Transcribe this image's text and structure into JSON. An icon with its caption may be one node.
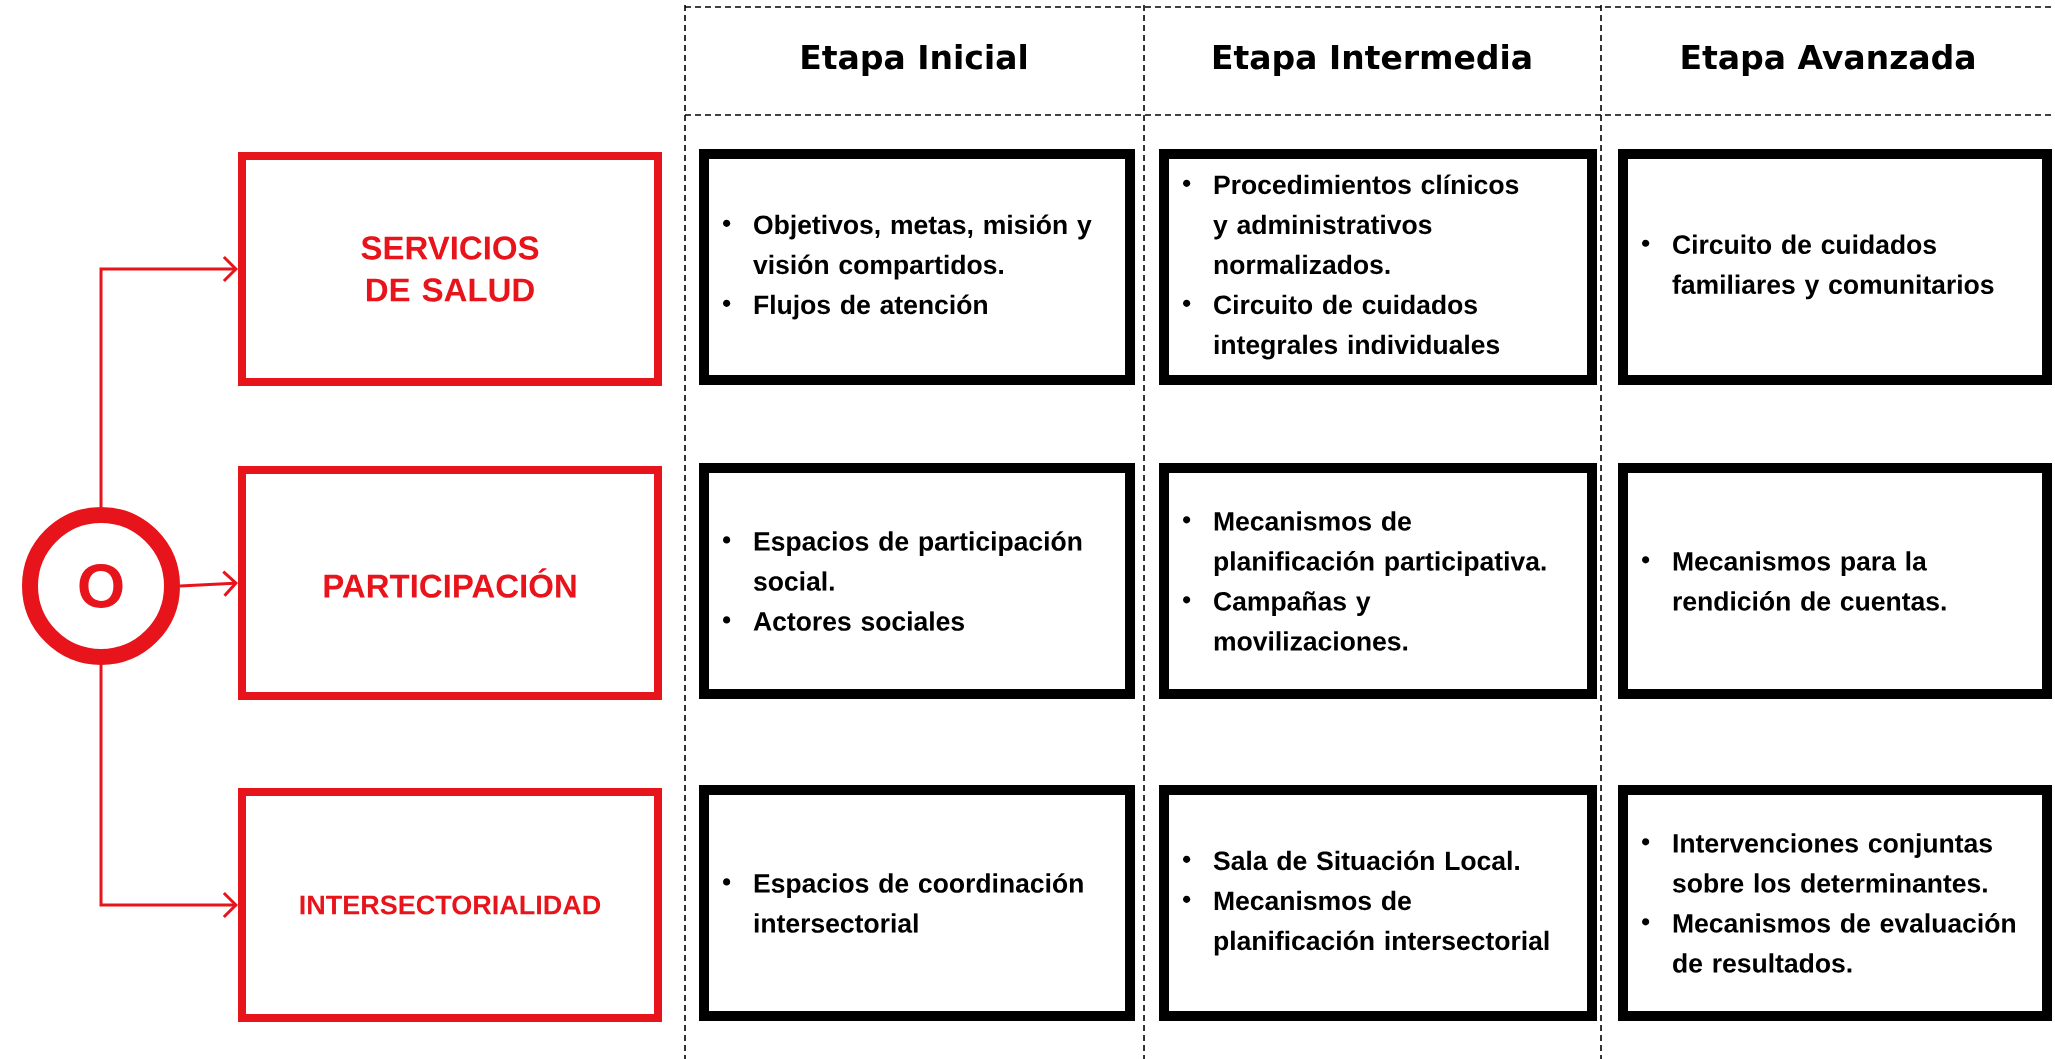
{
  "diagram": {
    "nodes": [
      {
        "text": [
          "O"
        ]
      },
      {
        "text": [
          "SERVICIOS DE SALUD"
        ]
      },
      {
        "text": [
          "Objetivos, metas,  misión y visión compartidos.",
          "Flujos de atención"
        ]
      },
      {
        "text": [
          "Procedimientos clínicos y administrativos normalizados.",
          "Circuito de cuidados integrales individuales"
        ]
      },
      {
        "text": [
          "Circuito de cuidados familiares y comunitarios"
        ]
      },
      {
        "text": [
          "PARTICIPACIÓN"
        ]
      },
      {
        "text": [
          "Espacios de participación social.",
          "Actores sociales"
        ]
      },
      {
        "text": [
          "Mecanismos de planificación participativa.",
          "Campañas y movilizaciones."
        ]
      },
      {
        "text": [
          "Mecanismos para la rendición de cuentas."
        ]
      },
      {
        "text": [
          "INTERSECTORIALIDAD"
        ]
      },
      {
        "text": [
          "Espacios de coordinación intersectorial"
        ]
      },
      {
        "text": [
          "Sala de Situación Local.",
          "Mecanismos de planificación intersectorial"
        ]
      },
      {
        "text": [
          "Intervenciones conjuntas sobre los determinantes.",
          "Mecanismos de evaluación de resultados."
        ]
      }
    ],
    "edges": [
      {
        "from": 0,
        "to": 1,
        "arrow": "to"
      },
      {
        "from": 0,
        "to": 5,
        "arrow": "to"
      },
      {
        "from": 0,
        "to": 9,
        "arrow": "to"
      }
    ],
    "labels": [
      "Etapa Inicial",
      "Etapa Intermedia",
      "Etapa Avanzada"
    ]
  }
}
